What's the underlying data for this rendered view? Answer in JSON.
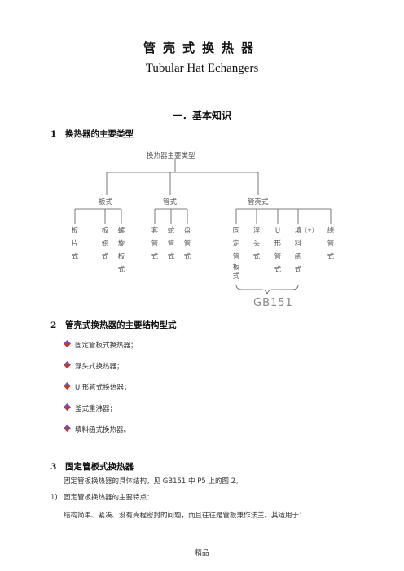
{
  "header": {
    "mark": "."
  },
  "title": "管壳式换热器",
  "subtitle": "Tubular Hat Echangers",
  "section1": "一．基本知识",
  "h1": {
    "num": "1",
    "text": "换热器的主要类型"
  },
  "tree": {
    "root": "换热器主要类型",
    "branches": [
      "板式",
      "管式",
      "管壳式"
    ],
    "leaves": [
      [
        "板",
        "片",
        "式"
      ],
      [
        "板",
        "翅",
        "式"
      ],
      [
        "螺",
        "旋",
        "板",
        "式"
      ],
      [
        "套",
        "管",
        "式"
      ],
      [
        "蛇",
        "管",
        "式"
      ],
      [
        "盘",
        "管",
        "式"
      ],
      [
        "固",
        "定",
        "管",
        "板",
        "式"
      ],
      [
        "浮",
        "头",
        "式"
      ],
      [
        "U",
        "形",
        "管",
        "式"
      ],
      [
        "填",
        "料",
        "函",
        "式"
      ],
      [
        "（",
        "+",
        "）"
      ],
      [
        "绕",
        "管",
        "式"
      ]
    ],
    "gb": "GB151"
  },
  "h2": {
    "num": "2",
    "text": "管壳式换热器的主要结构型式"
  },
  "bullets": [
    "固定管板式换热器；",
    "浮头式换热器；",
    "U 形管式换热器；",
    "釜式重沸器；",
    "填料函式换热器。"
  ],
  "h3": {
    "num": "3",
    "text": "固定管板式换热器"
  },
  "para1": "固定管板换热器的具体结构，见 GB151 中 P5 上的图 2。",
  "item1": {
    "num": "1)",
    "text": "固定管板换热器的主要特点："
  },
  "para2": "结构简单、紧凑、没有壳程密封的问题，而且往往是管板兼作法兰。其适用于：",
  "footer": "精品"
}
